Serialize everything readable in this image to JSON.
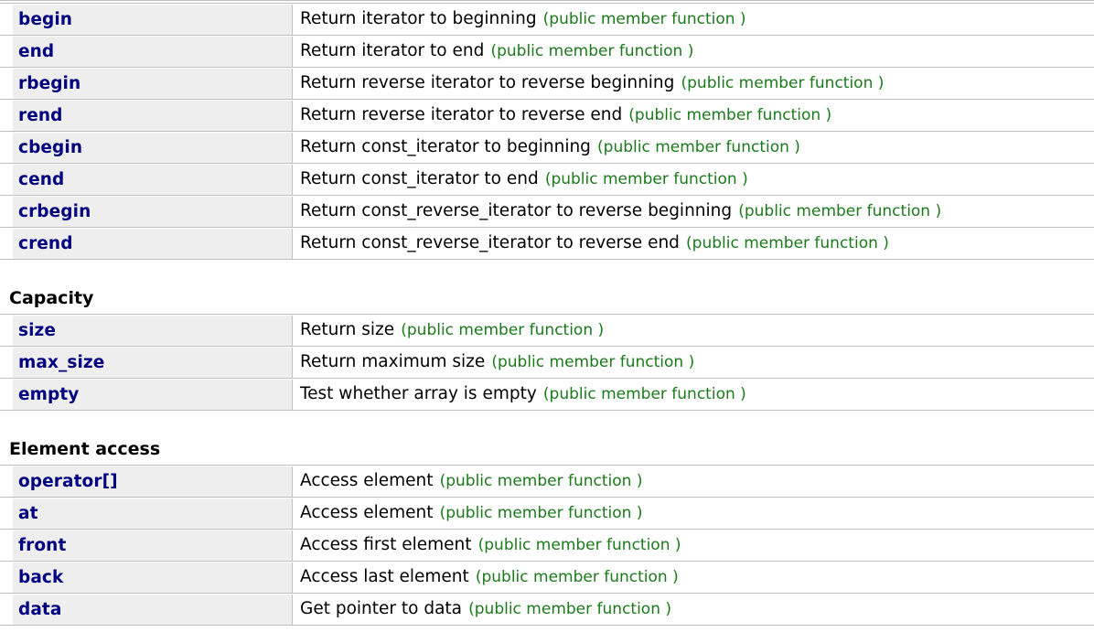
{
  "page": {
    "title": "array - member functions reference",
    "colors": {
      "member_link": "#000080",
      "kind_annotation": "#1a7a1a",
      "name_cell_background": "#eeeeee",
      "row_border": "#bfbfbf",
      "page_background": "#ffffff",
      "heading": "#000000"
    },
    "kind_label": "(public member function )"
  },
  "sections": [
    {
      "heading": "",
      "heading_visible": false,
      "rows": [
        {
          "name": "begin",
          "description": "Return iterator to beginning",
          "kind": "(public member function )"
        },
        {
          "name": "end",
          "description": "Return iterator to end",
          "kind": "(public member function )"
        },
        {
          "name": "rbegin",
          "description": "Return reverse iterator to reverse beginning",
          "kind": "(public member function )"
        },
        {
          "name": "rend",
          "description": "Return reverse iterator to reverse end",
          "kind": "(public member function )"
        },
        {
          "name": "cbegin",
          "description": "Return const_iterator to beginning",
          "kind": "(public member function )"
        },
        {
          "name": "cend",
          "description": "Return const_iterator to end",
          "kind": "(public member function )"
        },
        {
          "name": "crbegin",
          "description": "Return const_reverse_iterator to reverse beginning",
          "kind": "(public member function )"
        },
        {
          "name": "crend",
          "description": "Return const_reverse_iterator to reverse end",
          "kind": "(public member function )"
        }
      ]
    },
    {
      "heading": "Capacity",
      "heading_visible": true,
      "rows": [
        {
          "name": "size",
          "description": "Return size",
          "kind": "(public member function )"
        },
        {
          "name": "max_size",
          "description": "Return maximum size",
          "kind": "(public member function )"
        },
        {
          "name": "empty",
          "description": "Test whether array is empty",
          "kind": "(public member function )"
        }
      ]
    },
    {
      "heading": "Element access",
      "heading_visible": true,
      "rows": [
        {
          "name": "operator[]",
          "description": "Access element",
          "kind": "(public member function )"
        },
        {
          "name": "at",
          "description": "Access element",
          "kind": "(public member function )"
        },
        {
          "name": "front",
          "description": "Access first element",
          "kind": "(public member function )"
        },
        {
          "name": "back",
          "description": "Access last element",
          "kind": "(public member function )"
        },
        {
          "name": "data",
          "description": "Get pointer to data",
          "kind": "(public member function )"
        }
      ]
    }
  ]
}
